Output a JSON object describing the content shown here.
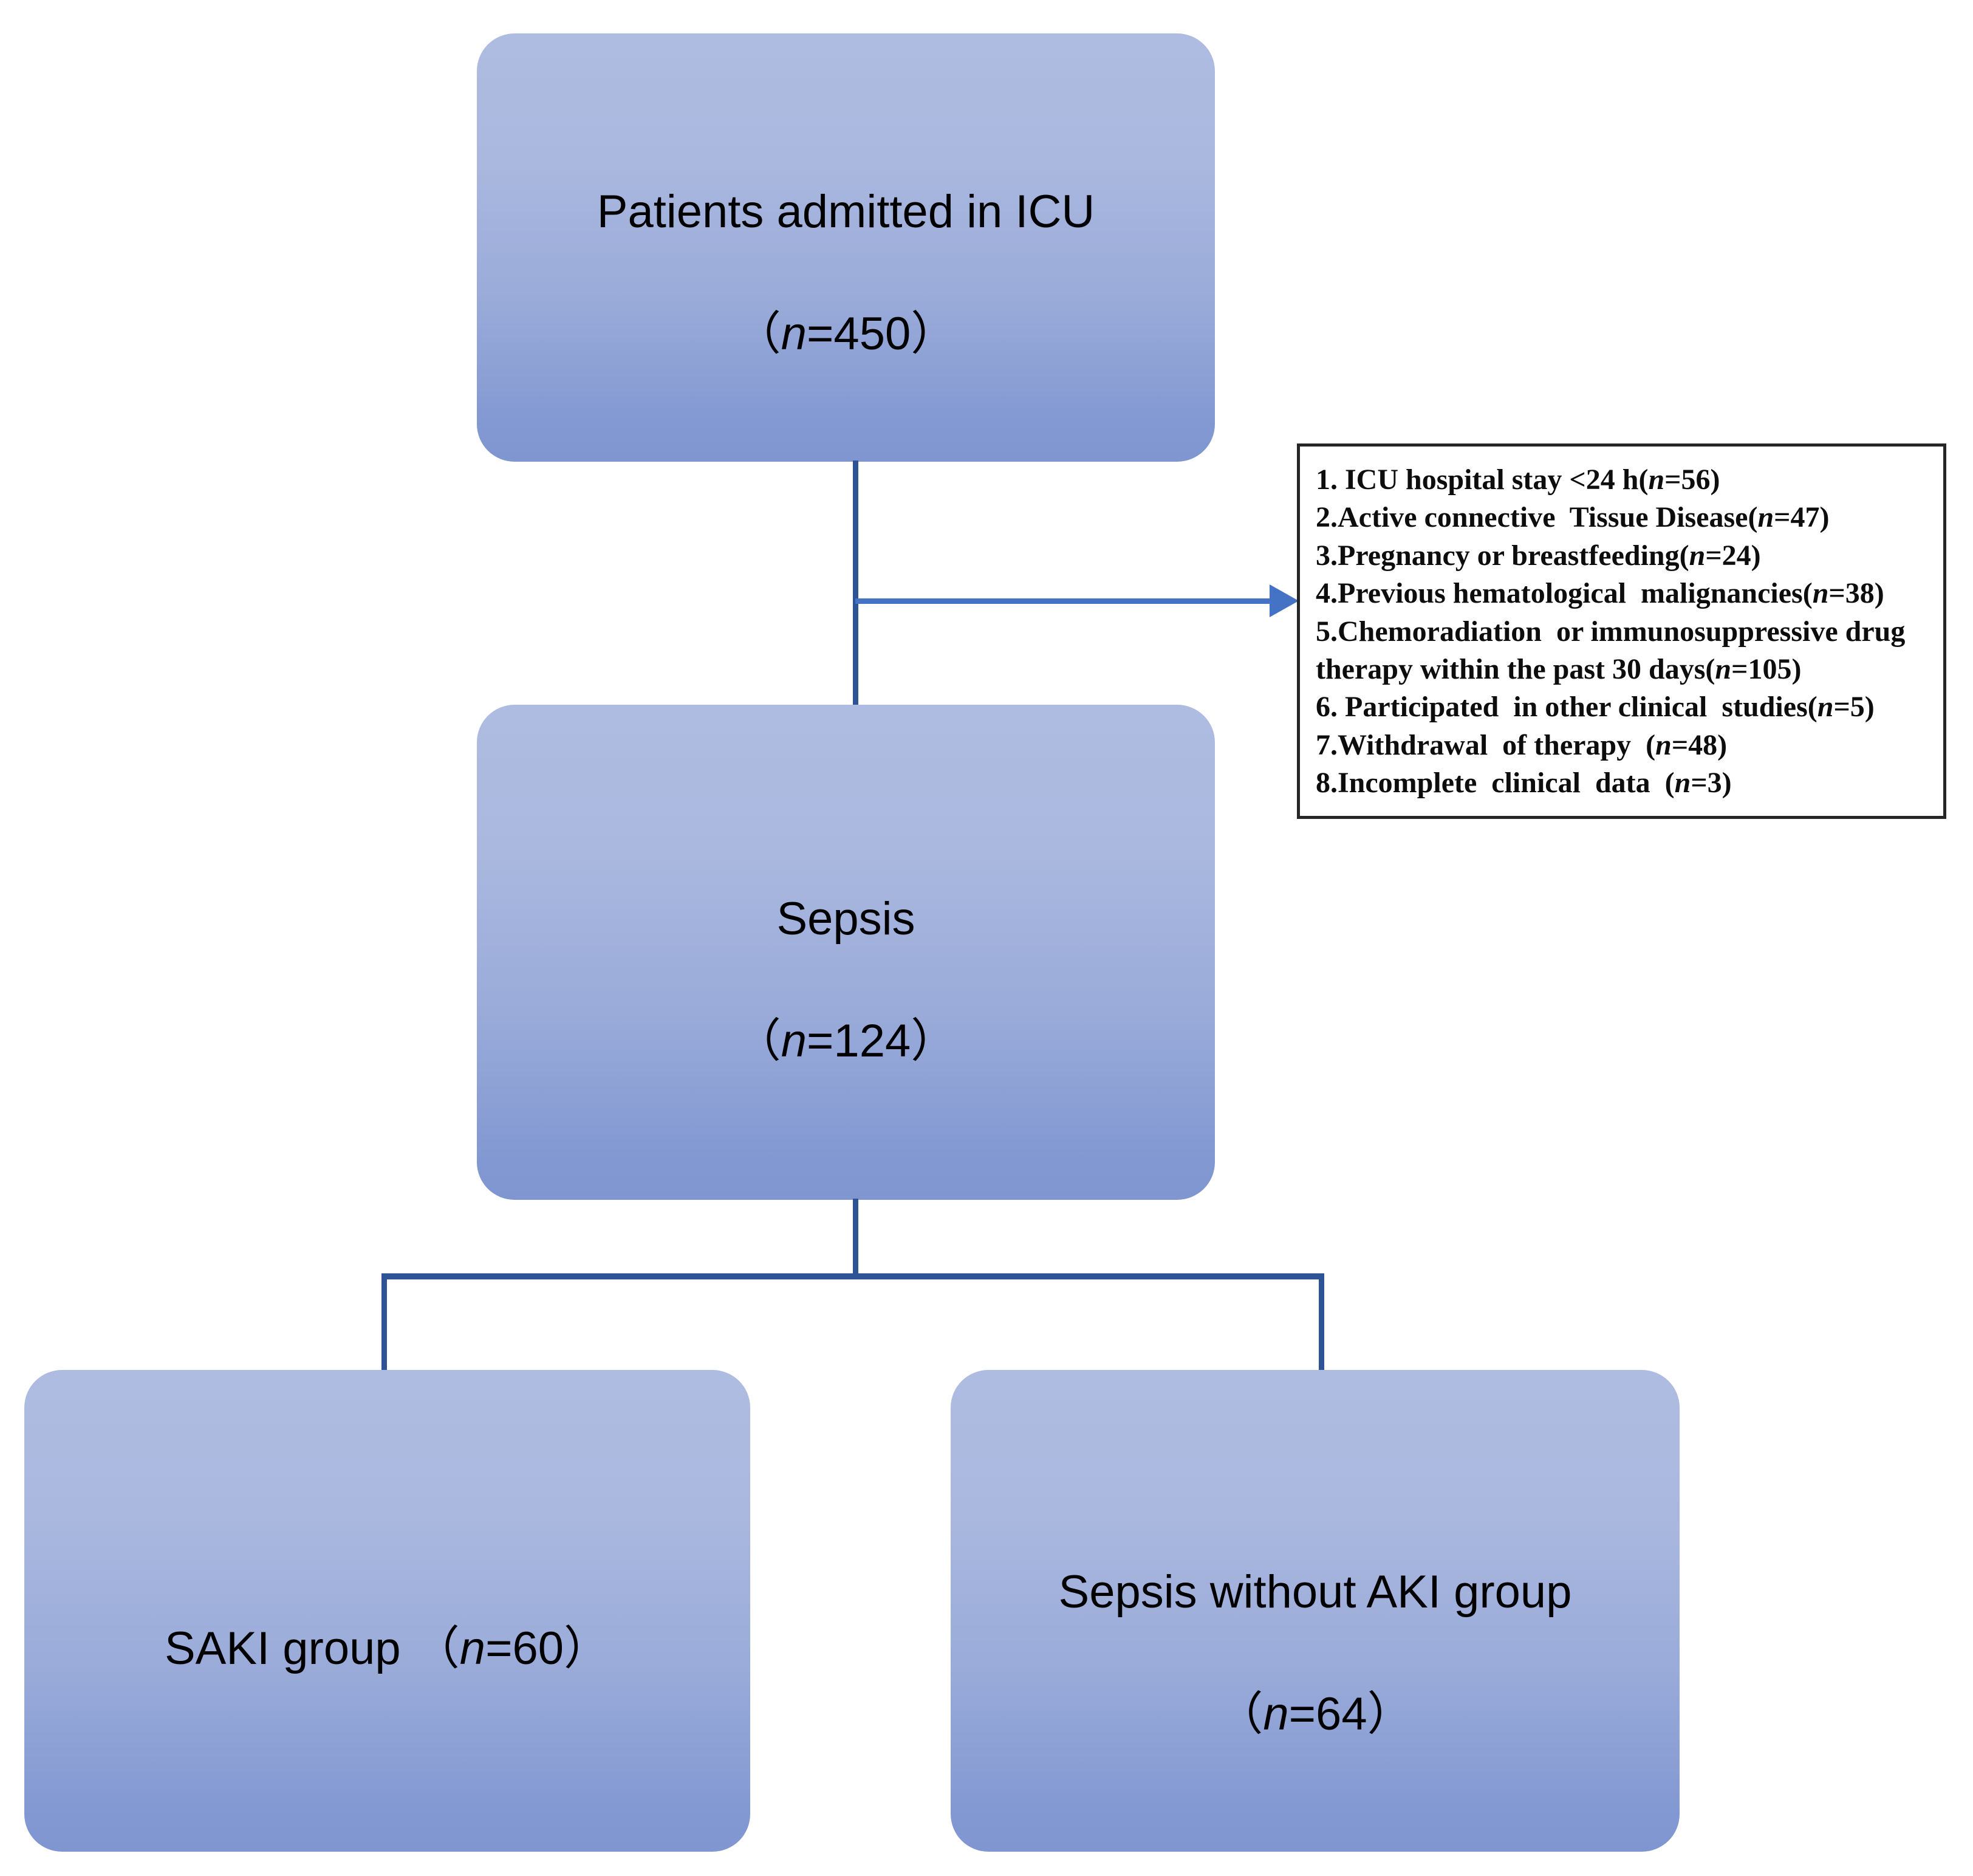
{
  "diagram": {
    "type": "flowchart",
    "title_visible": false,
    "colors": {
      "box_fill_top": "#AFBCE1",
      "box_fill_bottom": "#7F96D1",
      "connector_dark": "#2E5496",
      "connector_arrow": "#4472C4",
      "exclusion_border": "#262626",
      "text": "#000000",
      "background": "#FFFFFF"
    }
  },
  "nodes": {
    "top": {
      "line1": "Patients admitted in ICU",
      "line2_prefix": "（",
      "line2_italic": "n",
      "line2_suffix": "=450）",
      "full_text": "Patients admitted in ICU（n=450）",
      "n": 450
    },
    "sepsis": {
      "line1": "Sepsis",
      "line2_prefix": "（",
      "line2_italic": "n",
      "line2_suffix": "=124）",
      "full_text": "Sepsis（n=124）",
      "n": 124
    },
    "saki": {
      "line1_prefix": "SAKI group  （",
      "line1_italic": "n",
      "line1_suffix": "=60）",
      "full_text": "SAKI group （n=60）",
      "n": 60
    },
    "no_aki": {
      "line1": "Sepsis without AKI group",
      "line2_prefix": "（",
      "line2_italic": "n",
      "line2_suffix": "=64）",
      "full_text": "Sepsis without AKI group（n=64）",
      "n": 64
    }
  },
  "exclusions": {
    "items": [
      {
        "prefix": "1. ICU hospital stay <24 h(",
        "italic": "n",
        "suffix": "=56)",
        "n": 56
      },
      {
        "prefix": "2.Active connective  Tissue Disease(",
        "italic": "n",
        "suffix": "=47)",
        "n": 47
      },
      {
        "prefix": "3.Pregnancy or breastfeeding(",
        "italic": "n",
        "suffix": "=24)",
        "n": 24
      },
      {
        "prefix": "4.Previous hematological  malignancies(",
        "italic": "n",
        "suffix": "=38)",
        "n": 38
      },
      {
        "prefix": "5.Chemoradiation  or immunosuppressive drug therapy within the past 30 days(",
        "italic": "n",
        "suffix": "=105)",
        "n": 105
      },
      {
        "prefix": "6. Participated  in other clinical  studies(",
        "italic": "n",
        "suffix": "=5)",
        "n": 5
      },
      {
        "prefix": "7.Withdrawal  of therapy  (",
        "italic": "n",
        "suffix": "=48)",
        "n": 48
      },
      {
        "prefix": "8.Incomplete  clinical  data  (",
        "italic": "n",
        "suffix": "=3)",
        "n": 3
      }
    ]
  },
  "connectors": {
    "top_to_sepsis": "vertical-line",
    "top_to_exclusions": "right-arrow",
    "sepsis_to_branch": "vertical-line",
    "branch_bar": "horizontal-line",
    "branch_to_saki": "vertical-line",
    "branch_to_no_aki": "vertical-line"
  }
}
